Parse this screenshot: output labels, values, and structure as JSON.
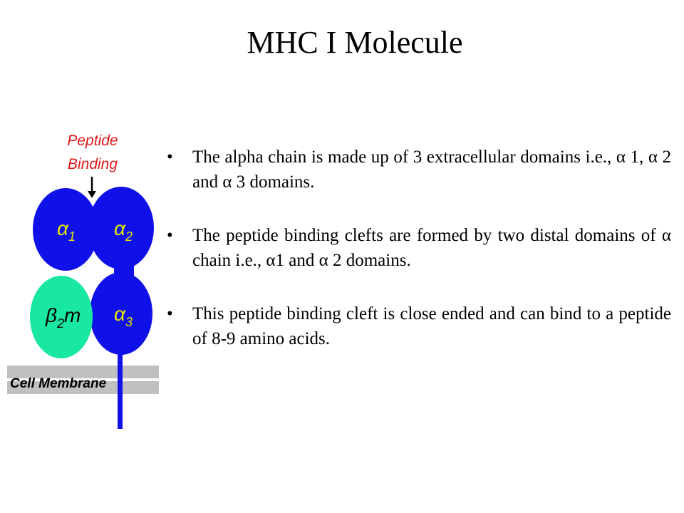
{
  "slide": {
    "title": "MHC I Molecule"
  },
  "diagram": {
    "peptide_label_line1": "Peptide",
    "peptide_label_line2": "Binding",
    "alpha1": "α",
    "alpha1_sub": "1",
    "alpha2": "α",
    "alpha2_sub": "2",
    "alpha3": "α",
    "alpha3_sub": "3",
    "beta2m_beta": "β",
    "beta2m_sub": "2",
    "beta2m_m": "m",
    "membrane_label": "Cell Membrane",
    "colors": {
      "alpha_domain": "#1010e8",
      "beta2m_domain": "#18e8a0",
      "label_red": "#e01818",
      "membrane_gray": "#c0c0c0"
    }
  },
  "bullets": [
    {
      "text": "The alpha chain is made up of 3 extracellular domains i.e., α 1, α 2 and α 3 domains."
    },
    {
      "text": "The peptide binding clefts are formed by two distal domains of α chain i.e., α1 and α 2 domains."
    },
    {
      "text": "This peptide binding cleft is close ended and can bind to a peptide of 8-9 amino acids."
    }
  ]
}
